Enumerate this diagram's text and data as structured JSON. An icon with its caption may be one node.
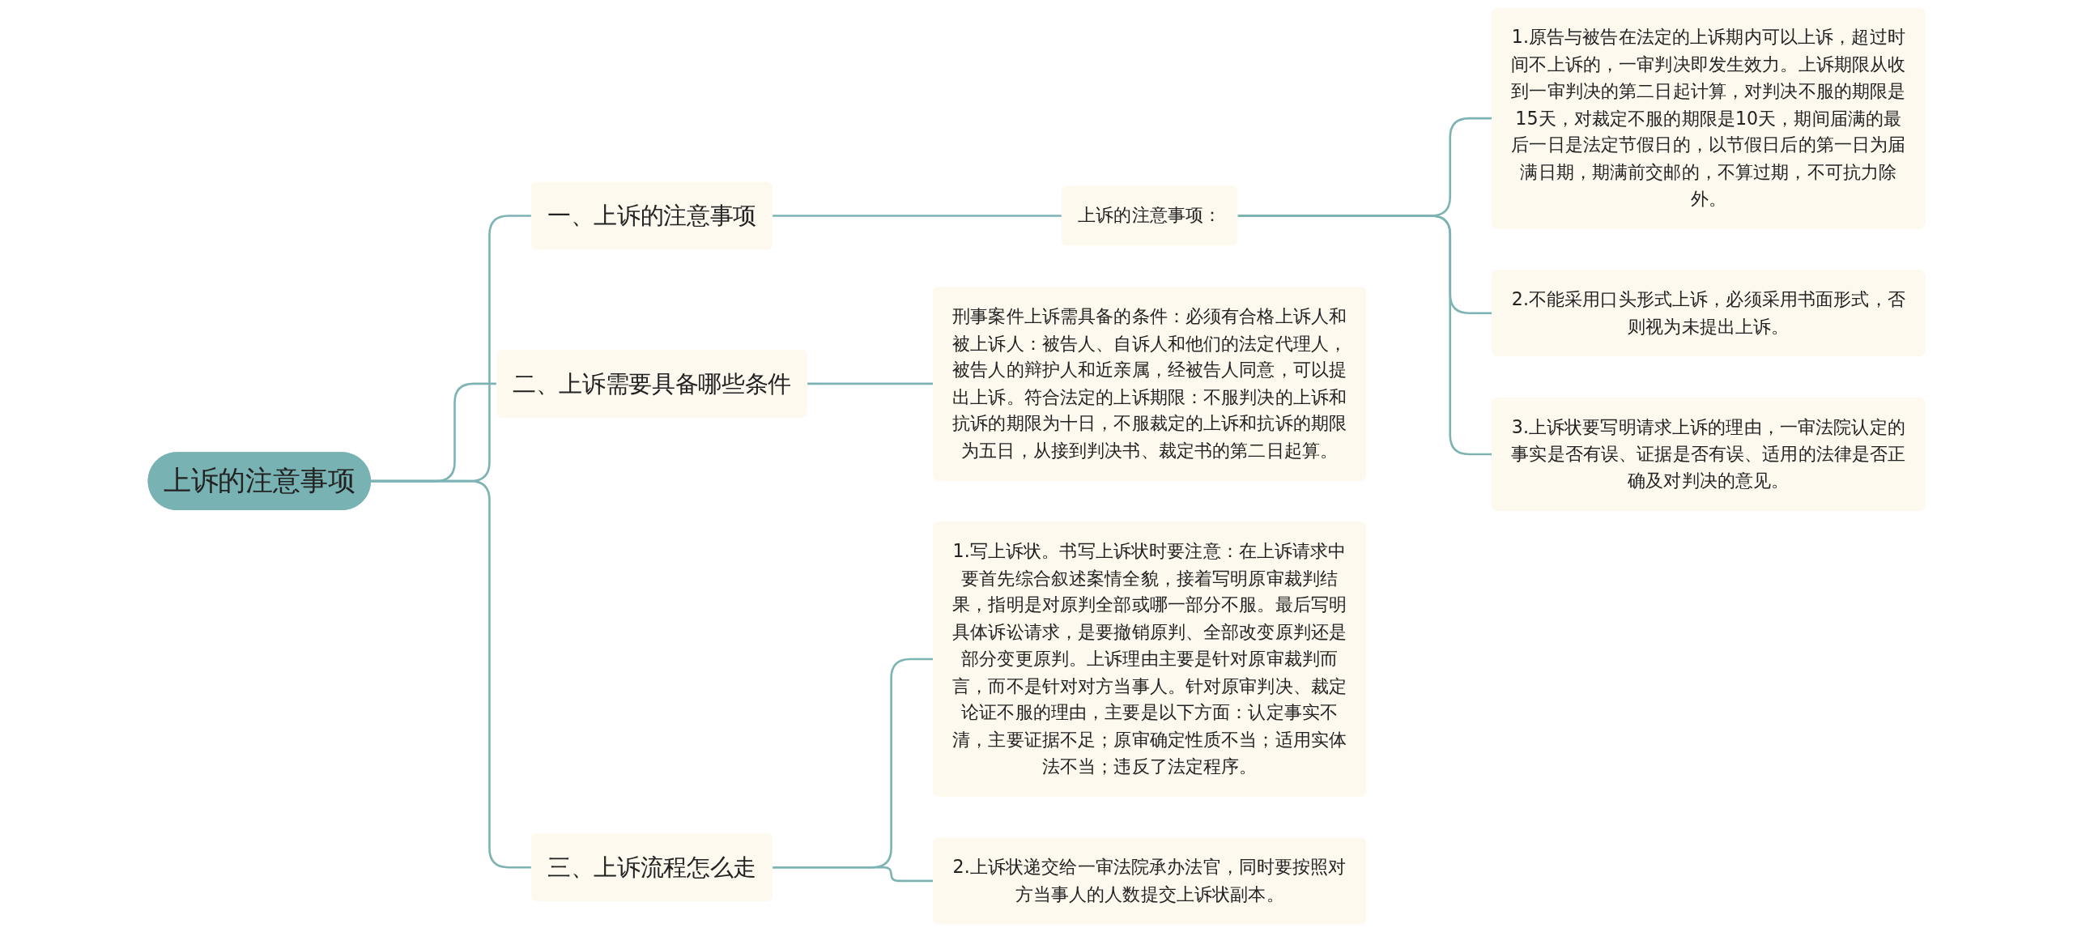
{
  "diagram": {
    "nodes": [
      {
        "text": [
          "上诉的注意事项"
        ]
      },
      {
        "text": [
          "一、上诉的注意事项"
        ]
      },
      {
        "text": [
          "上诉的注意事项："
        ]
      },
      {
        "text": [
          "1.原告与被告在法定的上诉期内可以上诉，超过时间不上诉的，一审判决即发生效力。上诉期限从收到一审判决的第二日起计算，对判决不服的期限是15天，对裁定不服的期限是10天，期间届满的最后一日是法定节假日的，以节假日后的第一日为届满日期，期满前交邮的，不算过期，不可抗力除外。"
        ]
      },
      {
        "text": [
          "2.不能采用口头形式上诉，必须采用书面形式，否则视为未提出上诉。"
        ]
      },
      {
        "text": [
          "3.上诉状要写明请求上诉的理由，一审法院认定的事实是否有误、证据是否有误、适用的法律是否正确及对判决的意见。"
        ]
      },
      {
        "text": [
          "二、上诉需要具备哪些条件"
        ]
      },
      {
        "text": [
          "刑事案件上诉需具备的条件：必须有合格上诉人和被上诉人：被告人、自诉人和他们的法定代理人，被告人的辩护人和近亲属，经被告人同意，可以提出上诉。符合法定的上诉期限：不服判决的上诉和抗诉的期限为十日，不服裁定的上诉和抗诉的期限为五日，从接到判决书、裁定书的第二日起算。"
        ]
      },
      {
        "text": [
          "三、上诉流程怎么走"
        ]
      },
      {
        "text": [
          "1.写上诉状。书写上诉状时要注意：在上诉请求中要首先综合叙述案情全貌，接着写明原审裁判结果，指明是对原判全部或哪一部分不服。最后写明具体诉讼请求，是要撤销原判、全部改变原判还是部分变更原判。上诉理由主要是针对原审裁判而言，而不是针对对方当事人。针对原审判决、裁定论证不服的理由，主要是以下方面：认定事实不清，主要证据不足；原审确定性质不当；适用实体法不当；违反了法定程序。"
        ]
      },
      {
        "text": [
          "2.上诉状递交给一审法院承办法官，同时要按照对方当事人的人数提交上诉状副本。"
        ]
      }
    ],
    "edges": [
      {
        "from": 0,
        "to": 1,
        "arrow": "none"
      },
      {
        "from": 1,
        "to": 2,
        "arrow": "none"
      },
      {
        "from": 2,
        "to": 3,
        "arrow": "none"
      },
      {
        "from": 2,
        "to": 4,
        "arrow": "none"
      },
      {
        "from": 2,
        "to": 5,
        "arrow": "none"
      },
      {
        "from": 0,
        "to": 6,
        "arrow": "none"
      },
      {
        "from": 6,
        "to": 7,
        "arrow": "none"
      },
      {
        "from": 0,
        "to": 8,
        "arrow": "none"
      },
      {
        "from": 8,
        "to": 9,
        "arrow": "none"
      },
      {
        "from": 8,
        "to": 10,
        "arrow": "none"
      }
    ]
  }
}
